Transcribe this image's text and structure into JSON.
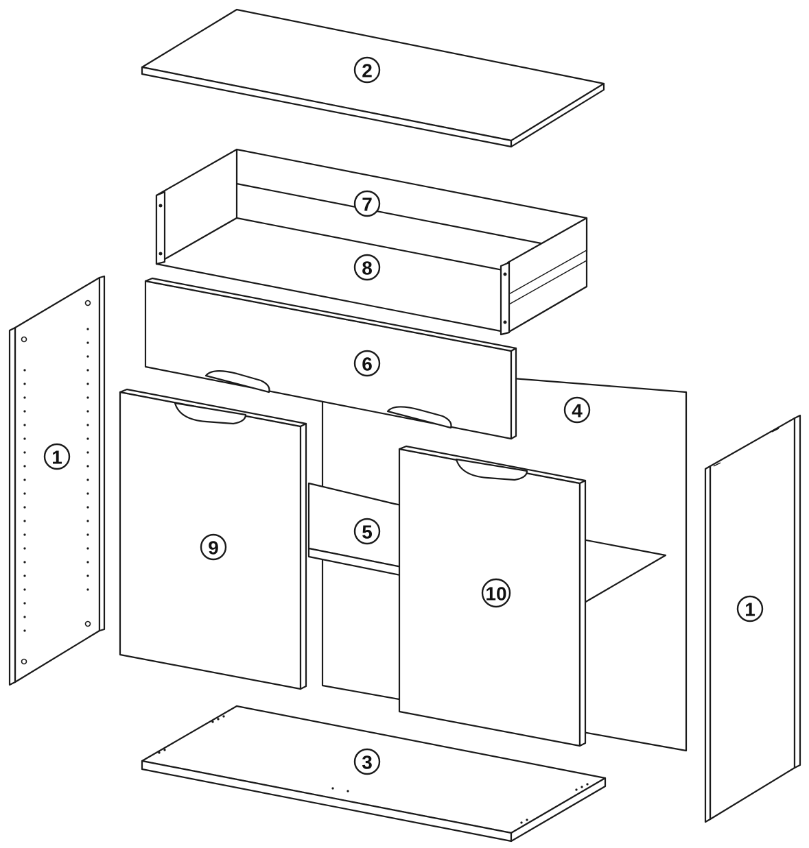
{
  "parts": [
    {
      "id": "side-panel-left",
      "number": "1"
    },
    {
      "id": "top-panel",
      "number": "2"
    },
    {
      "id": "bottom-panel",
      "number": "3"
    },
    {
      "id": "back-panel",
      "number": "4"
    },
    {
      "id": "shelf",
      "number": "5"
    },
    {
      "id": "drawer-front",
      "number": "6"
    },
    {
      "id": "drawer-box",
      "number": "7"
    },
    {
      "id": "drawer-bottom",
      "number": "8"
    },
    {
      "id": "door-left",
      "number": "9"
    },
    {
      "id": "door-right",
      "number": "10"
    },
    {
      "id": "side-panel-right",
      "number": "1"
    }
  ]
}
